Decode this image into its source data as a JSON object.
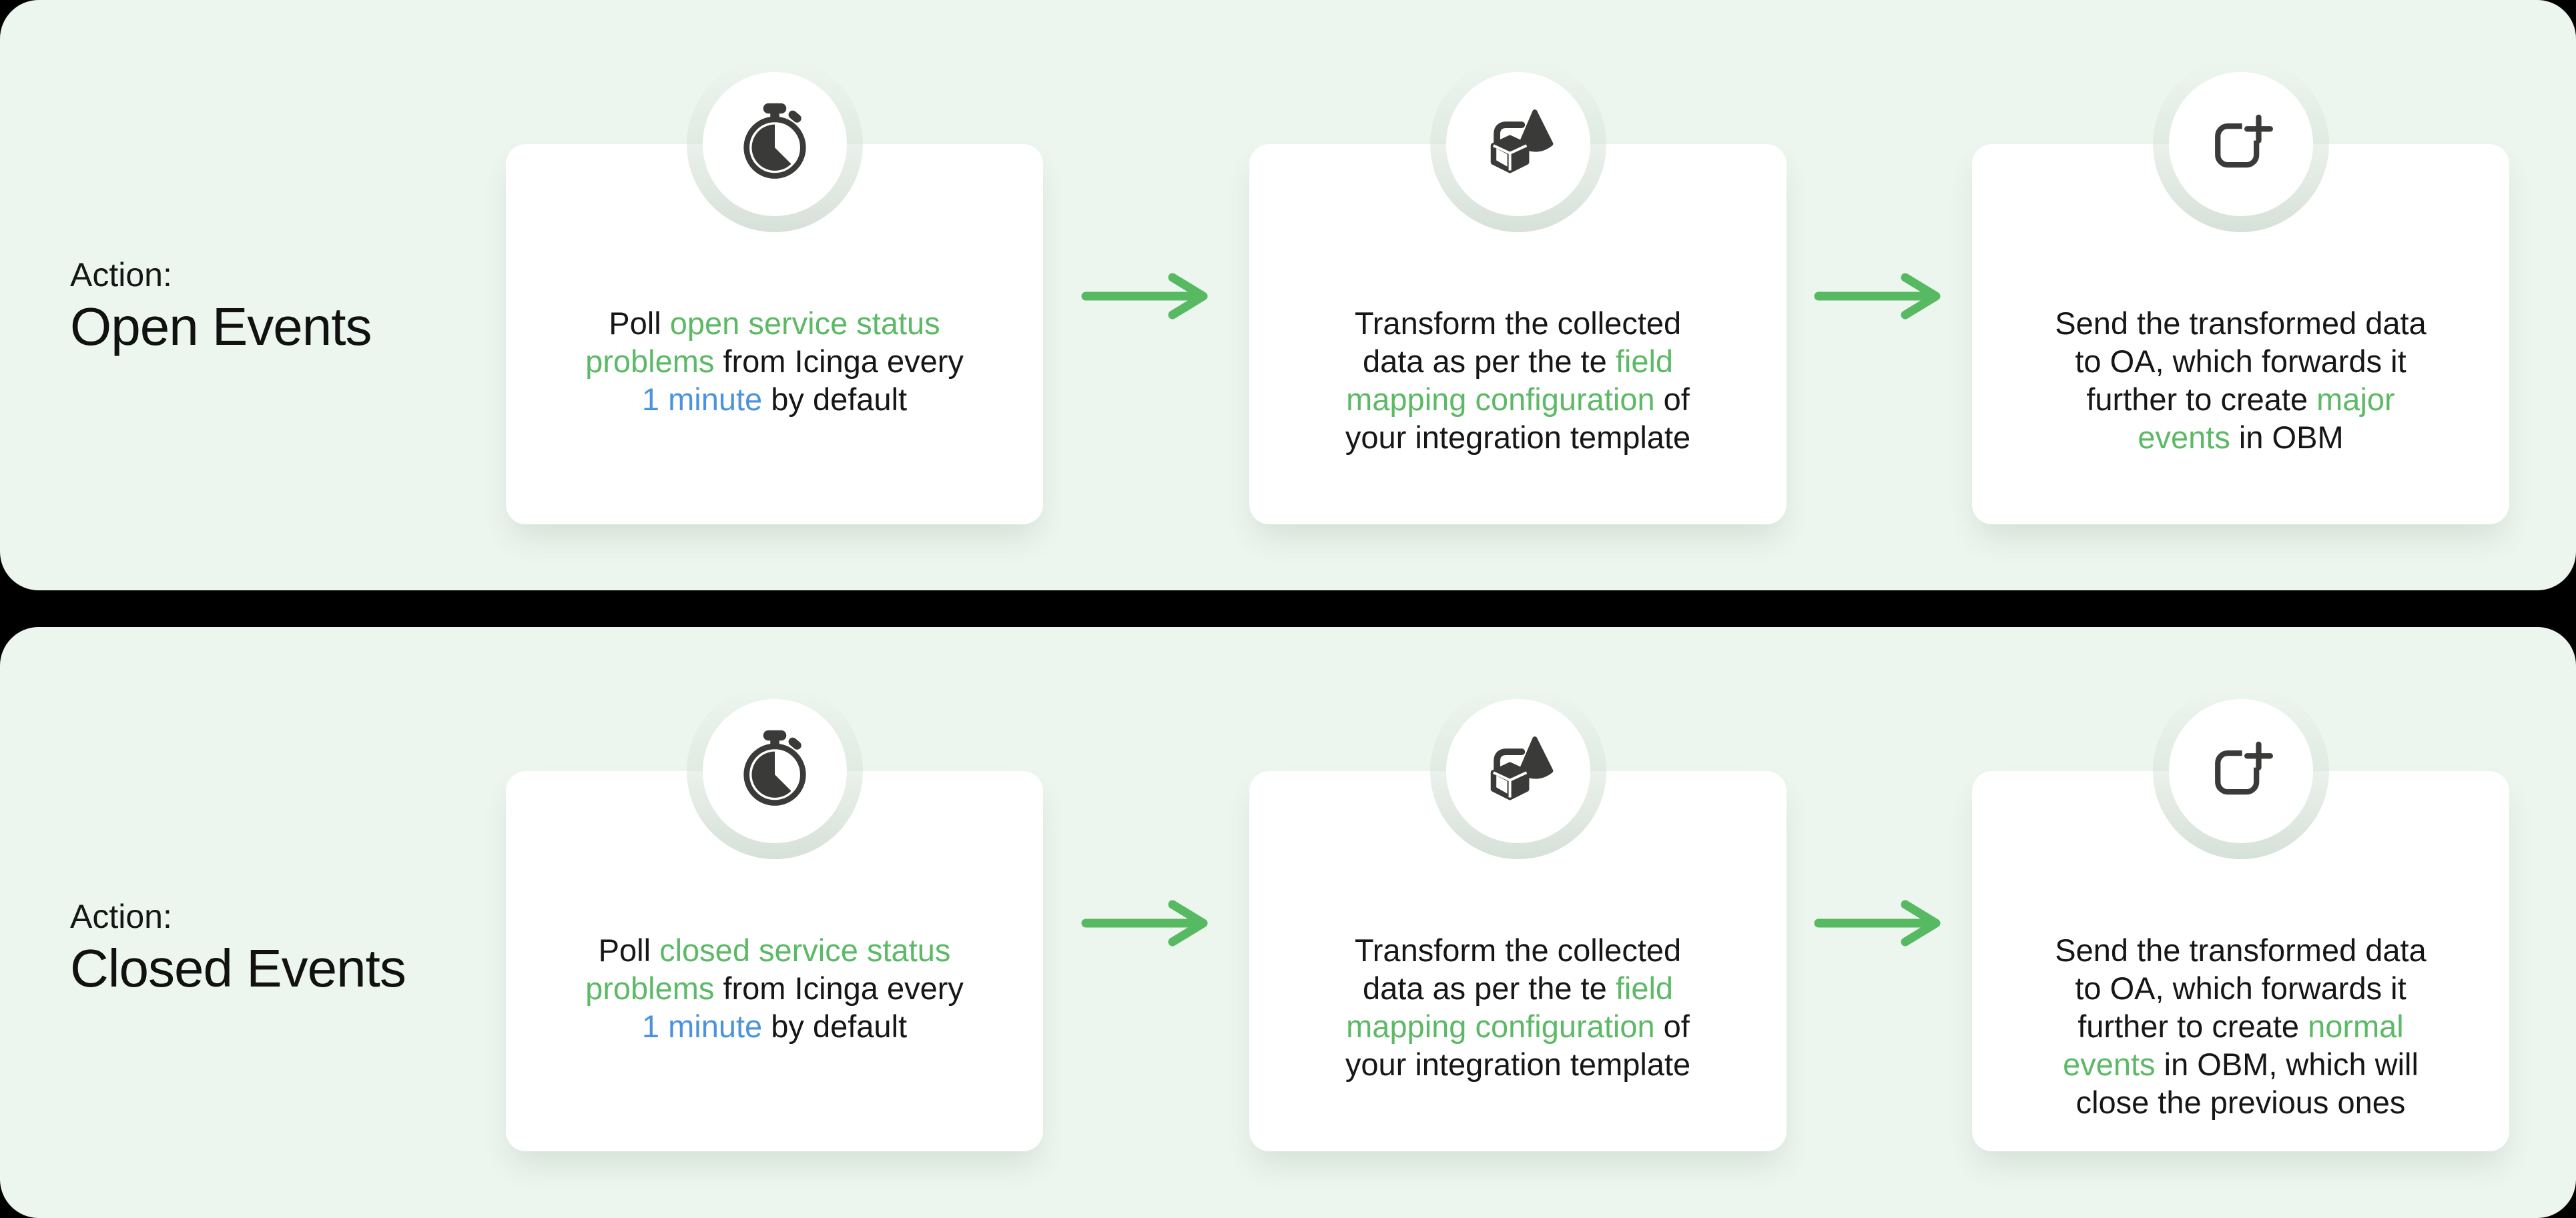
{
  "colors": {
    "background": "#000000",
    "panel": "#ecf5ee",
    "card": "#ffffff",
    "halo_ring": "#d6e1d8",
    "text_dark": "#161616",
    "accent_green": "#5cb966",
    "accent_blue": "#4b93dd",
    "arrow_green": "#57b961",
    "icon_dark": "#3a3a38"
  },
  "rows": [
    {
      "action_prefix": "Action:",
      "action_name": "Open Events",
      "steps": [
        {
          "icon": "stopwatch-icon",
          "segments": [
            {
              "t": "Poll ",
              "c": "dark"
            },
            {
              "t": "open service status\nproblems",
              "c": "green"
            },
            {
              "t": " from Icinga every\n",
              "c": "dark"
            },
            {
              "t": "1 minute",
              "c": "blue"
            },
            {
              "t": " by default",
              "c": "dark"
            }
          ]
        },
        {
          "icon": "shapes-transform-icon",
          "segments": [
            {
              "t": "Transform the collected\ndata as per the te ",
              "c": "dark"
            },
            {
              "t": "field\nmapping configuration",
              "c": "green"
            },
            {
              "t": " of\nyour integration template",
              "c": "dark"
            }
          ]
        },
        {
          "icon": "create-event-icon",
          "segments": [
            {
              "t": "Send the transformed data\nto OA, which forwards it\nfurther to create ",
              "c": "dark"
            },
            {
              "t": "major\nevents",
              "c": "green"
            },
            {
              "t": " in OBM",
              "c": "dark"
            }
          ]
        }
      ]
    },
    {
      "action_prefix": "Action:",
      "action_name": "Closed Events",
      "steps": [
        {
          "icon": "stopwatch-icon",
          "segments": [
            {
              "t": "Poll ",
              "c": "dark"
            },
            {
              "t": "closed service status\nproblems",
              "c": "green"
            },
            {
              "t": " from Icinga every\n",
              "c": "dark"
            },
            {
              "t": "1 minute",
              "c": "blue"
            },
            {
              "t": " by default",
              "c": "dark"
            }
          ]
        },
        {
          "icon": "shapes-transform-icon",
          "segments": [
            {
              "t": "Transform the collected\ndata as per the te ",
              "c": "dark"
            },
            {
              "t": "field\nmapping configuration",
              "c": "green"
            },
            {
              "t": " of\nyour integration template",
              "c": "dark"
            }
          ]
        },
        {
          "icon": "create-event-icon",
          "segments": [
            {
              "t": "Send the transformed data\nto OA, which forwards it\nfurther to create ",
              "c": "dark"
            },
            {
              "t": "normal\nevents",
              "c": "green"
            },
            {
              "t": " in OBM, which will\nclose the previous ones",
              "c": "dark"
            }
          ]
        }
      ]
    }
  ]
}
